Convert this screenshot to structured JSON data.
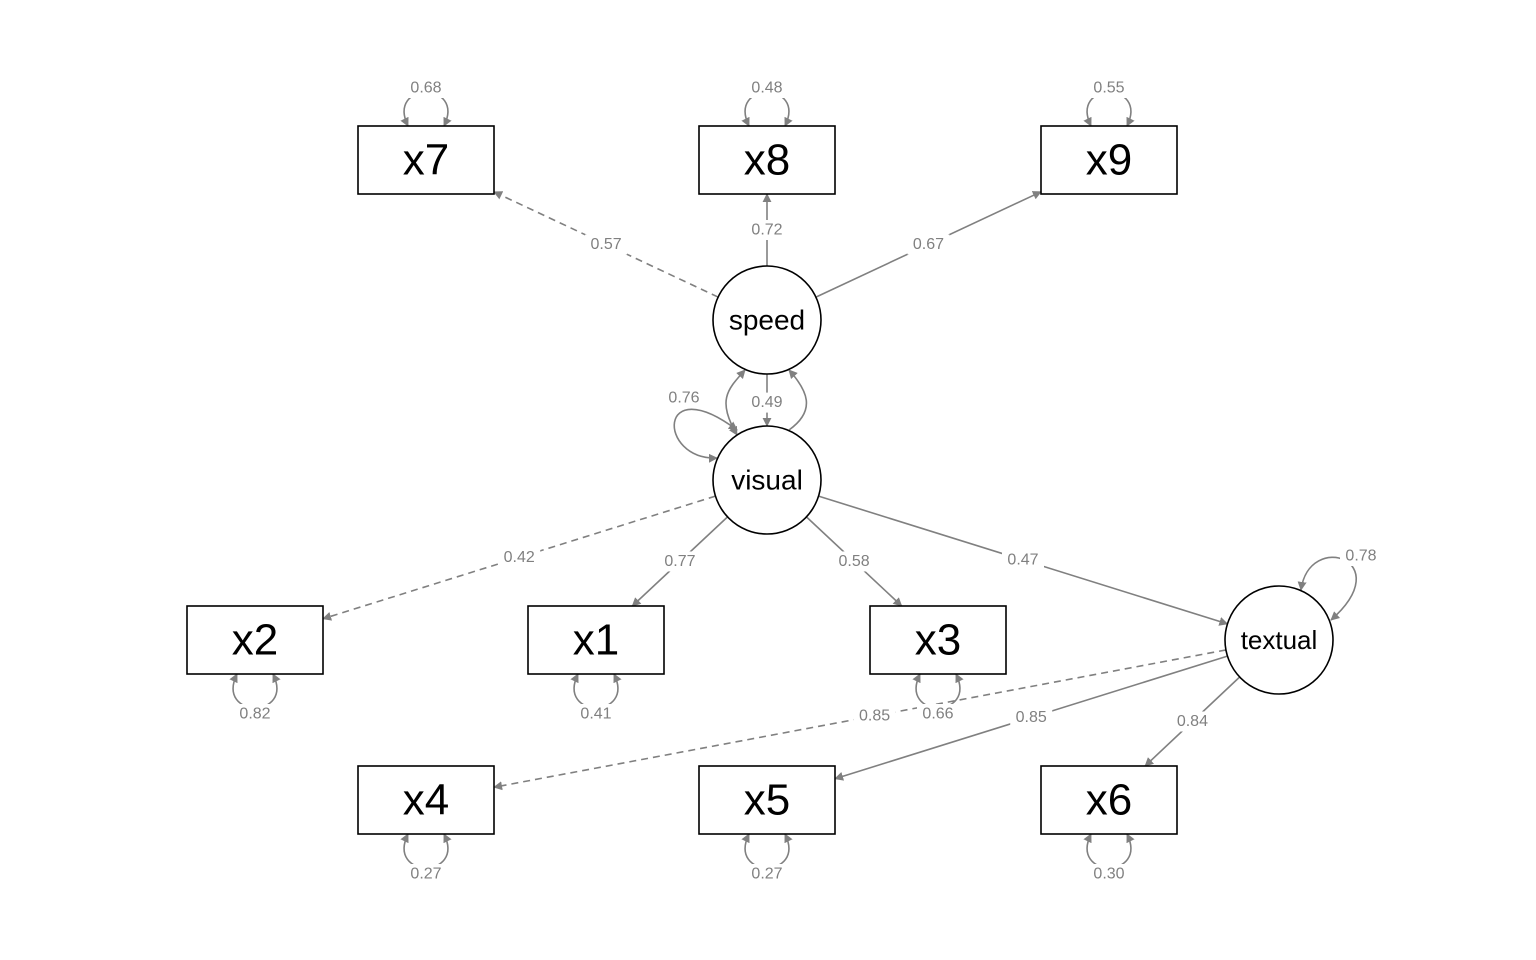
{
  "colors": {
    "edge": "#808080",
    "node_border": "#000000",
    "text": "#000000",
    "label": "#808080"
  },
  "nodes": [
    {
      "id": "x7",
      "label": "x7",
      "kind": "observed"
    },
    {
      "id": "x8",
      "label": "x8",
      "kind": "observed"
    },
    {
      "id": "x9",
      "label": "x9",
      "kind": "observed"
    },
    {
      "id": "speed",
      "label": "speed",
      "kind": "latent"
    },
    {
      "id": "visual",
      "label": "visual",
      "kind": "latent"
    },
    {
      "id": "textual",
      "label": "textual",
      "kind": "latent"
    },
    {
      "id": "x2",
      "label": "x2",
      "kind": "observed"
    },
    {
      "id": "x1",
      "label": "x1",
      "kind": "observed"
    },
    {
      "id": "x3",
      "label": "x3",
      "kind": "observed"
    },
    {
      "id": "x4",
      "label": "x4",
      "kind": "observed"
    },
    {
      "id": "x5",
      "label": "x5",
      "kind": "observed"
    },
    {
      "id": "x6",
      "label": "x6",
      "kind": "observed"
    }
  ],
  "loadings": [
    {
      "from": "speed",
      "to": "x7",
      "value": "0.57",
      "style": "dashed"
    },
    {
      "from": "speed",
      "to": "x8",
      "value": "0.72",
      "style": "solid"
    },
    {
      "from": "speed",
      "to": "x9",
      "value": "0.67",
      "style": "solid"
    },
    {
      "from": "visual",
      "to": "x2",
      "value": "0.42",
      "style": "dashed"
    },
    {
      "from": "visual",
      "to": "x1",
      "value": "0.77",
      "style": "solid"
    },
    {
      "from": "visual",
      "to": "x3",
      "value": "0.58",
      "style": "solid"
    },
    {
      "from": "visual",
      "to": "textual",
      "value": "0.47",
      "style": "solid"
    },
    {
      "from": "textual",
      "to": "x4",
      "value": "0.85",
      "style": "dashed"
    },
    {
      "from": "textual",
      "to": "x5",
      "value": "0.85",
      "style": "solid"
    },
    {
      "from": "textual",
      "to": "x6",
      "value": "0.84",
      "style": "solid"
    },
    {
      "from": "speed",
      "to": "visual",
      "value": "0.49",
      "style": "solid"
    }
  ],
  "variances": [
    {
      "node": "x7",
      "value": "0.68"
    },
    {
      "node": "x8",
      "value": "0.48"
    },
    {
      "node": "x9",
      "value": "0.55"
    },
    {
      "node": "x2",
      "value": "0.82"
    },
    {
      "node": "x1",
      "value": "0.41"
    },
    {
      "node": "x3",
      "value": "0.66"
    },
    {
      "node": "x4",
      "value": "0.27"
    },
    {
      "node": "x5",
      "value": "0.27"
    },
    {
      "node": "x6",
      "value": "0.30"
    },
    {
      "node": "visual",
      "value": "0.76"
    },
    {
      "node": "textual",
      "value": "0.78"
    }
  ]
}
